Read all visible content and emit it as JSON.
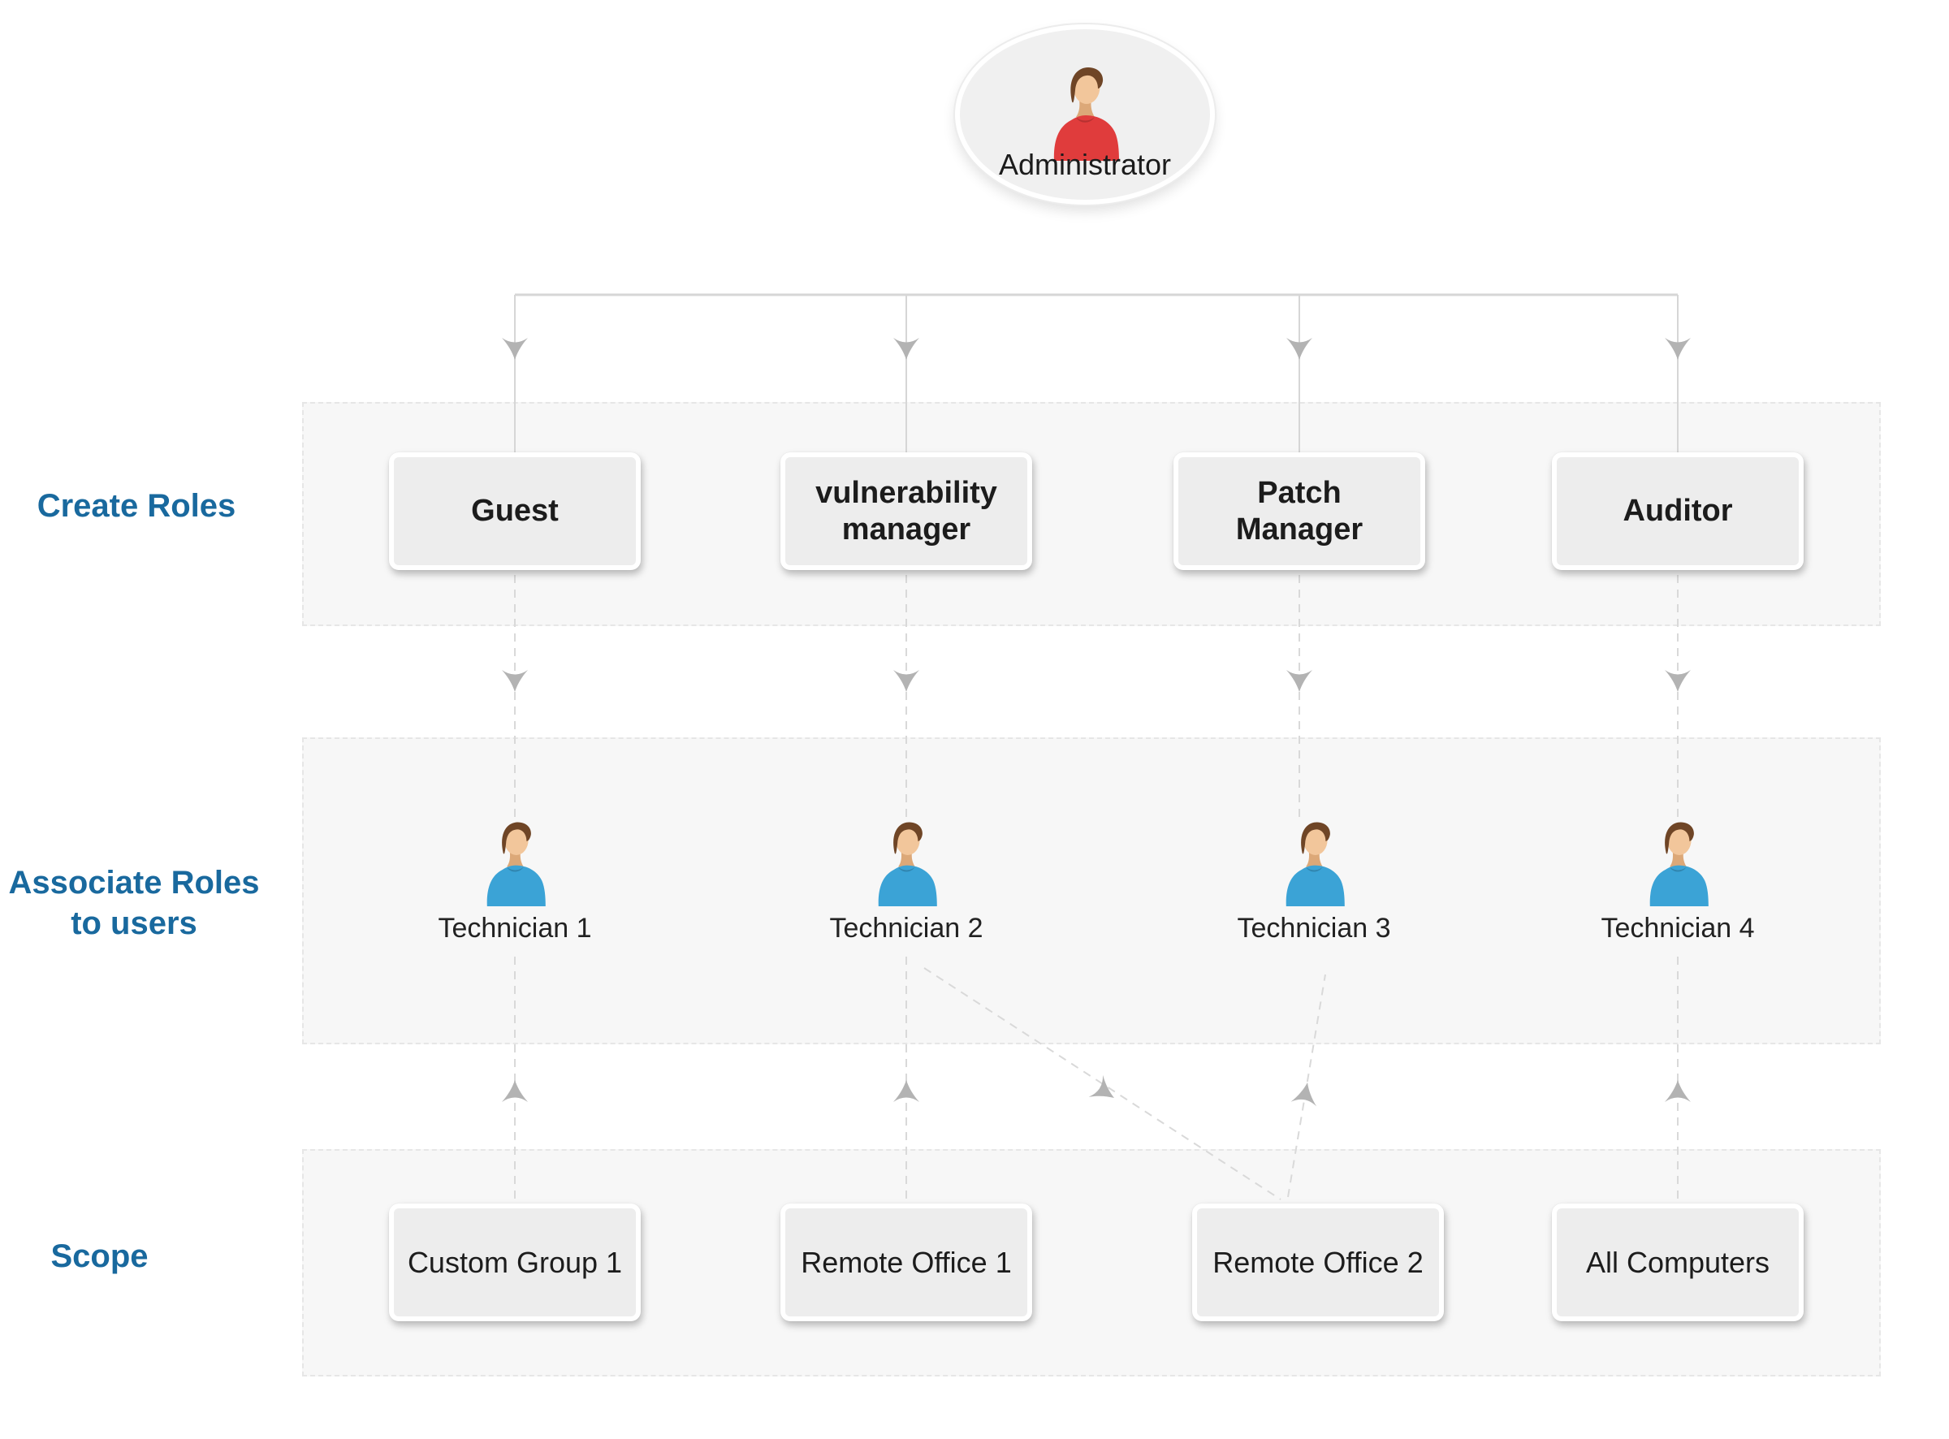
{
  "diagram": {
    "admin": {
      "label": "Administrator"
    },
    "lanes": [
      {
        "label": "Create Roles"
      },
      {
        "label": "Associate Roles\nto users"
      },
      {
        "label": "Scope"
      }
    ],
    "roles": [
      {
        "label": "Guest"
      },
      {
        "label": "vulnerability\nmanager"
      },
      {
        "label": "Patch\nManager"
      },
      {
        "label": "Auditor"
      }
    ],
    "technicians": [
      {
        "label": "Technician 1"
      },
      {
        "label": "Technician 2"
      },
      {
        "label": "Technician 3"
      },
      {
        "label": "Technician 4"
      }
    ],
    "scopes": [
      {
        "label": "Custom Group 1"
      },
      {
        "label": "Remote Office 1"
      },
      {
        "label": "Remote Office 2"
      },
      {
        "label": "All Computers"
      }
    ],
    "icons": {
      "admin": "person-red-icon",
      "technician": "person-blue-icon"
    },
    "colors": {
      "lane_label_blue": "#19699E",
      "lane_fill": "#F7F7F7",
      "node_fill": "#EDEDED",
      "connector_gray": "#D6D6D6",
      "arrow_gray": "#B3B3B3",
      "admin_shirt_red": "#E03C3C",
      "technician_shirt_blue": "#3BA3D6"
    }
  }
}
